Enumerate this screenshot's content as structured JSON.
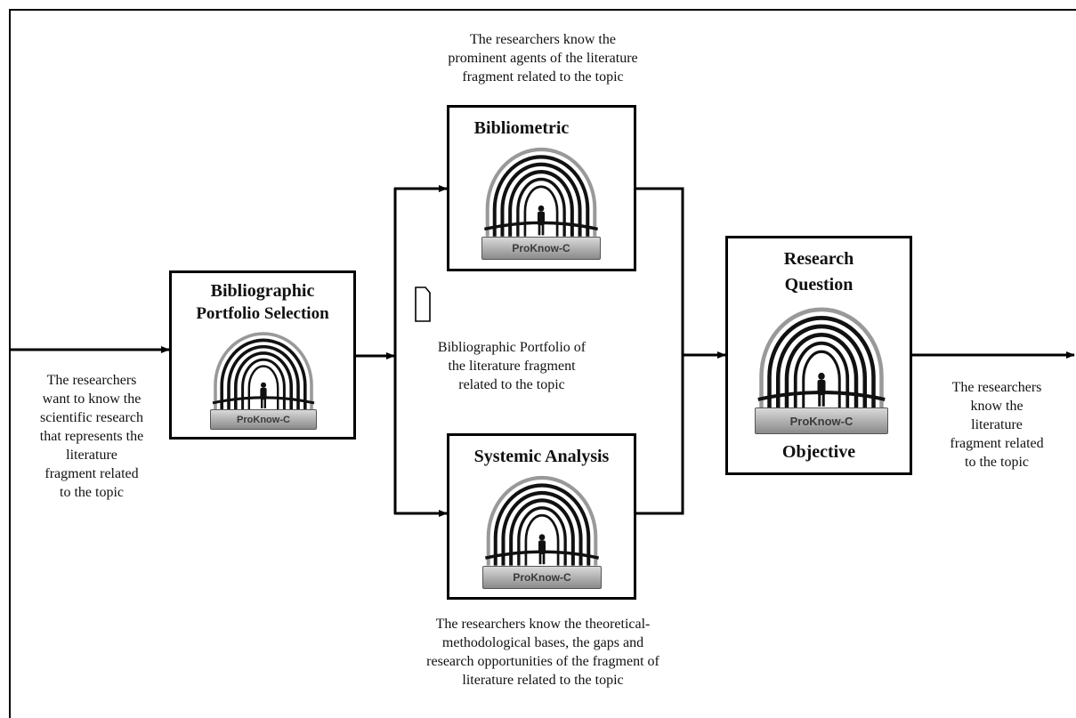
{
  "boxes": {
    "bibliographic": {
      "title_line1": "Bibliographic",
      "title_line2": "Portfolio Selection",
      "logo_text": "ProKnow-C"
    },
    "bibliometric": {
      "title": "Bibliometric",
      "logo_text": "ProKnow-C"
    },
    "systemic": {
      "title": "Systemic Analysis",
      "logo_text": "ProKnow-C"
    },
    "research": {
      "title_line1": "Research",
      "title_line2": "Question",
      "subtitle": "Objective",
      "logo_text": "ProKnow-C"
    }
  },
  "notes": {
    "input": [
      "The researchers",
      "want to know the",
      "scientific research",
      "that represents the",
      "literature",
      "fragment related",
      "to the topic"
    ],
    "bibliometric_outcome": [
      "The researchers know the",
      "prominent agents of the literature",
      "fragment related to the topic"
    ],
    "portfolio_doc": [
      "Bibliographic Portfolio of",
      "the literature fragment",
      "related to the topic"
    ],
    "systemic_outcome": [
      "The researchers know the theoretical-",
      "methodological bases, the gaps and",
      "research opportunities of the fragment of",
      "literature related to the topic"
    ],
    "output": [
      "The researchers",
      "know the",
      "literature",
      "fragment related",
      "to the topic"
    ]
  }
}
